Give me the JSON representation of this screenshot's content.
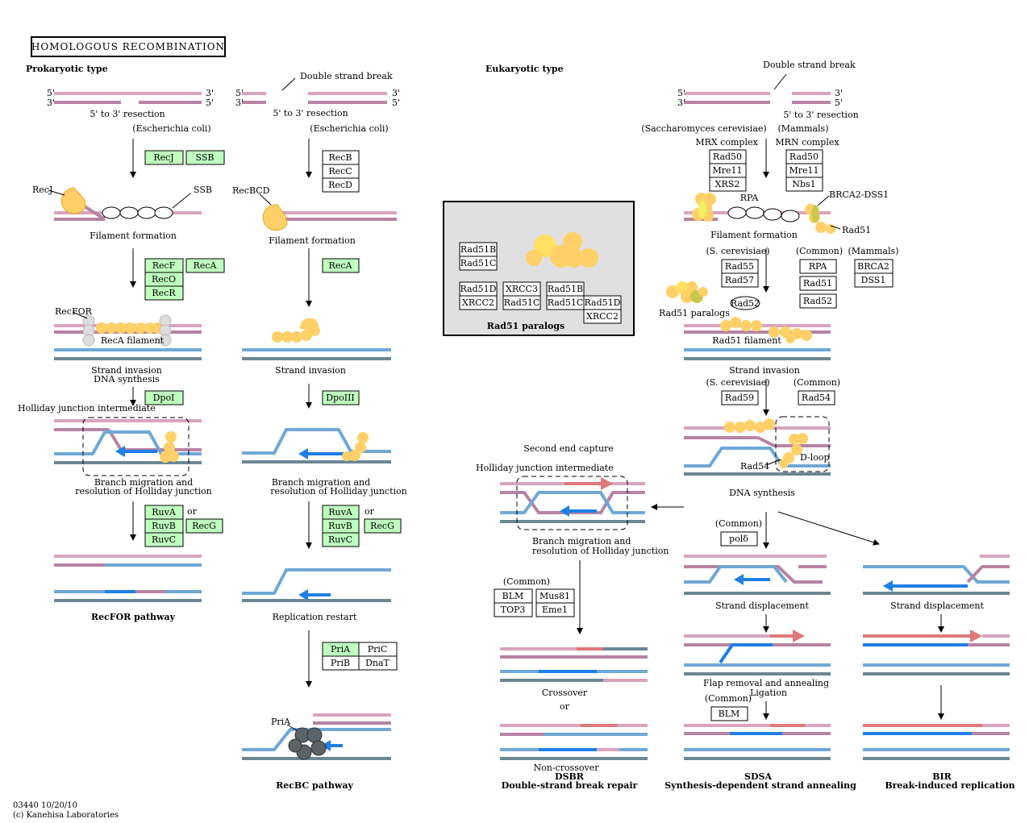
{
  "title": "HOMOLOGOUS RECOMBINATION",
  "prokaryotic": {
    "label": "Prokaryotic type",
    "recfor": {
      "resection": "5' to 3' resection",
      "organism": "(Escherichia coli)",
      "recj_label": "RecJ",
      "ssb_label": "SSB",
      "filament": "Filament formation",
      "recfor_label": "RecFOR",
      "reca_filament": "RecA filament",
      "strand_invasion": "Strand invasion",
      "dna_synthesis": "DNA synthesis",
      "holliday": "Holliday junction intermediate",
      "branch_migration": "Branch migration and",
      "resolution": "resolution of Holliday junction",
      "or": "or",
      "pathway": "RecFOR pathway"
    },
    "recbc": {
      "dsb": "Double strand break",
      "resection": "5' to 3' resection",
      "organism": "(Escherichia coli)",
      "recbcd_label": "RecBCD",
      "filament": "Filament formation",
      "strand_invasion": "Strand invasion",
      "branch_migration": "Branch migration and",
      "resolution": "resolution of Holliday junction",
      "or": "or",
      "replication_restart": "Replication restart",
      "pria_label": "PriA",
      "pathway": "RecBC pathway"
    }
  },
  "eukaryotic": {
    "label": "Eukaryotic type",
    "dsb": "Double strand break",
    "resection": "5' to 3' resection",
    "yeast": "(Saccharomyces cerevisiae)",
    "mammals": "(Mammals)",
    "mrx": "MRX complex",
    "mrn": "MRN complex",
    "rpa": "RPA",
    "brca2_dss1": "BRCA2-DSS1",
    "rad51_side": "Rad51",
    "filament": "Filament formation",
    "s_cerevisiae": "(S. cerevisiae)",
    "common": "(Common)",
    "mammals2": "(Mammals)",
    "rad52_oval": "Rad52",
    "rad51_paralogs": "Rad51 paralogs",
    "rad51_filament": "Rad51 filament",
    "strand_invasion": "Strand invasion",
    "s_cerevisiae2": "(S. cerevisiae)",
    "common2": "(Common)",
    "rad54_label": "Rad54",
    "dloop": "D-loop",
    "dna_synthesis": "DNA synthesis",
    "common_pol": "(Common)",
    "second_end": "Second end capture",
    "holliday": "Holliday junction intermediate",
    "branch_migration": "Branch migration and",
    "resolution": "resolution of Holliday junction",
    "common_blm": "(Common)",
    "crossover": "Crossover",
    "or": "or",
    "noncrossover": "Non-crossover",
    "dsbr": "DSBR",
    "dsbr_full": "Double-strand break repair",
    "strand_disp1": "Strand displacement",
    "flap": "Flap removal and annealing",
    "ligation": "Ligation",
    "common_blm2": "(Common)",
    "sdsa": "SDSA",
    "sdsa_full": "Synthesis-dependent strand annealing",
    "strand_disp2": "Strand displacement",
    "bir": "BIR",
    "bir_full": "Break-induced replication"
  },
  "paralogs_box": {
    "title": "Rad51 paralogs"
  },
  "genes": {
    "recj": "RecJ",
    "ssb": "SSB",
    "recb": "RecB",
    "recc": "RecC",
    "recd": "RecD",
    "recf": "RecF",
    "reco": "RecO",
    "recr": "RecR",
    "reca1": "RecA",
    "reca2": "RecA",
    "dpoi": "DpoI",
    "dpoiii": "DpoIII",
    "ruva1": "RuvA",
    "ruvb1": "RuvB",
    "ruvc1": "RuvC",
    "recg1": "RecG",
    "ruva2": "RuvA",
    "ruvb2": "RuvB",
    "ruvc2": "RuvC",
    "recg2": "RecG",
    "pria": "PriA",
    "pric": "PriC",
    "prib": "PriB",
    "dnat": "DnaT",
    "p_rad51b_a": "Rad51B",
    "p_rad51c_a": "Rad51C",
    "p_rad51d_a": "Rad51D",
    "p_xrcc2_a": "XRCC2",
    "p_xrcc3": "XRCC3",
    "p_rad51c_b": "Rad51C",
    "p_rad51b_b": "Rad51B",
    "p_rad51c_c": "Rad51C",
    "p_rad51d_b": "Rad51D",
    "p_xrcc2_b": "XRCC2",
    "rad50_y": "Rad50",
    "mre11_y": "Mre11",
    "xrs2": "XRS2",
    "rad50_m": "Rad50",
    "mre11_m": "Mre11",
    "nbs1": "Nbs1",
    "rad55": "Rad55",
    "rad57": "Rad57",
    "rpa": "RPA",
    "rad51": "Rad51",
    "rad52": "Rad52",
    "brca2": "BRCA2",
    "dss1": "DSS1",
    "rad59": "Rad59",
    "rad54": "Rad54",
    "pold": "polδ",
    "blm1": "BLM",
    "top3": "TOP3",
    "mus81": "Mus81",
    "eme1": "Eme1",
    "blm2": "BLM"
  },
  "strand_ends": {
    "five": "5'",
    "three": "3'"
  },
  "footer": {
    "id": "03440 10/20/10",
    "copyright": "(c) Kanehisa Laboratories"
  },
  "colors": {
    "pink": "#d9a3be",
    "mauve": "#b783a3",
    "blue": "#6fa8d6",
    "slate": "#6b8794",
    "bright_blue": "#1f7fe6",
    "red": "#e07878",
    "green_box": "#bfffbf",
    "protein": "#ffd068",
    "gray_box": "#e0e0e0"
  }
}
